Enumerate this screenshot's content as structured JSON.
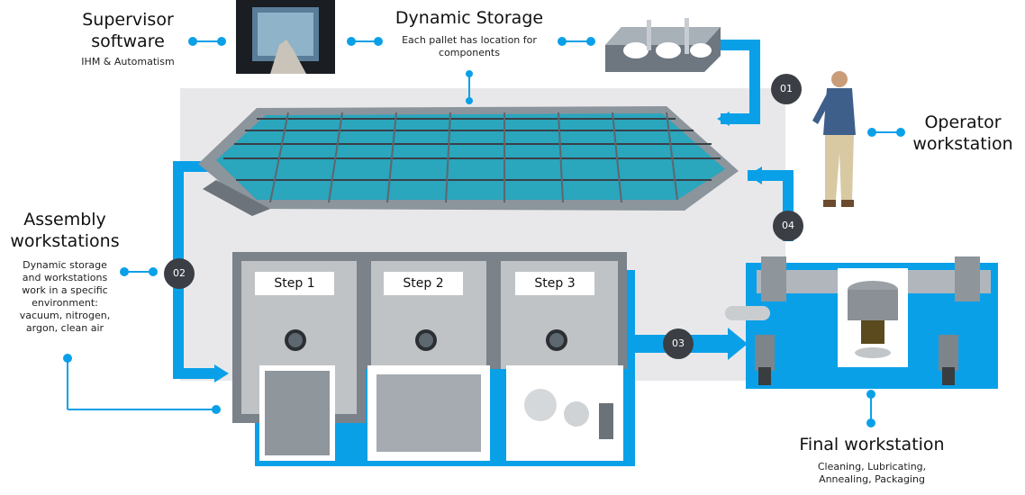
{
  "colors": {
    "accent": "#0aa0e8",
    "panel": "#e8e8ea",
    "badge": "#3b3f45",
    "steel": "#9aa1a8"
  },
  "supervisor": {
    "title_line1": "Supervisor",
    "title_line2": "software",
    "subtitle": "IHM & Automatism"
  },
  "storage": {
    "title": "Dynamic Storage",
    "subtitle_line1": "Each pallet has location for",
    "subtitle_line2": "components"
  },
  "operator": {
    "title_line1": "Operator",
    "title_line2": "workstation"
  },
  "assembly": {
    "title_line1": "Assembly",
    "title_line2": "workstations",
    "desc_line1": "Dynamic storage",
    "desc_line2": "and workstations",
    "desc_line3": "work in a specific",
    "desc_line4": "environment:",
    "desc_line5": "vacuum, nitrogen,",
    "desc_line6": "argon, clean air"
  },
  "final": {
    "title": "Final workstation",
    "subtitle_line1": "Cleaning, Lubricating,",
    "subtitle_line2": "Annealing, Packaging"
  },
  "steps": [
    "Step 1",
    "Step 2",
    "Step 3"
  ],
  "badges": [
    "01",
    "02",
    "03",
    "04"
  ]
}
